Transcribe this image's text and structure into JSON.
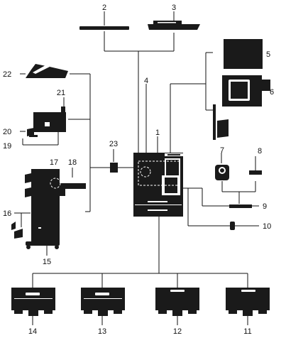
{
  "diagram": {
    "labels": {
      "n1": "1",
      "n2": "2",
      "n3": "3",
      "n4": "4",
      "n5": "5",
      "n6": "6",
      "n7": "7",
      "n8": "8",
      "n9": "9",
      "n10": "10",
      "n11": "11",
      "n12": "12",
      "n13": "13",
      "n14": "14",
      "n15": "15",
      "n16": "16",
      "n17": "17",
      "n18": "18",
      "n19": "19",
      "n20": "20",
      "n21": "21",
      "n22": "22",
      "n23": "23"
    },
    "colors": {
      "device": "#1a1a1a",
      "line": "#111111",
      "background": "#ffffff"
    }
  }
}
